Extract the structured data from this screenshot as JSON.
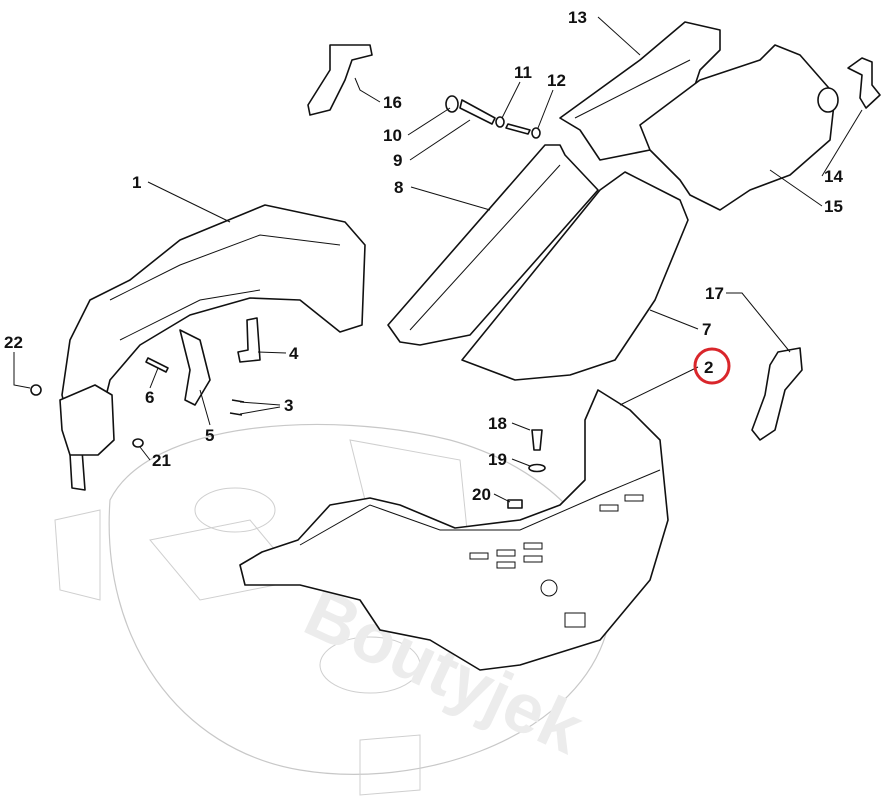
{
  "diagram": {
    "callouts": [
      {
        "id": "1",
        "label": "1"
      },
      {
        "id": "2",
        "label": "2",
        "highlighted": true
      },
      {
        "id": "3",
        "label": "3"
      },
      {
        "id": "4",
        "label": "4"
      },
      {
        "id": "5",
        "label": "5"
      },
      {
        "id": "6",
        "label": "6"
      },
      {
        "id": "7",
        "label": "7"
      },
      {
        "id": "8",
        "label": "8"
      },
      {
        "id": "9",
        "label": "9"
      },
      {
        "id": "10",
        "label": "10"
      },
      {
        "id": "11",
        "label": "11"
      },
      {
        "id": "12",
        "label": "12"
      },
      {
        "id": "13",
        "label": "13"
      },
      {
        "id": "14",
        "label": "14"
      },
      {
        "id": "15",
        "label": "15"
      },
      {
        "id": "16",
        "label": "16"
      },
      {
        "id": "17",
        "label": "17"
      },
      {
        "id": "18",
        "label": "18"
      },
      {
        "id": "19",
        "label": "19"
      },
      {
        "id": "20",
        "label": "20"
      },
      {
        "id": "21",
        "label": "21"
      },
      {
        "id": "22",
        "label": "22"
      }
    ],
    "highlight_color": "#d9262b"
  }
}
